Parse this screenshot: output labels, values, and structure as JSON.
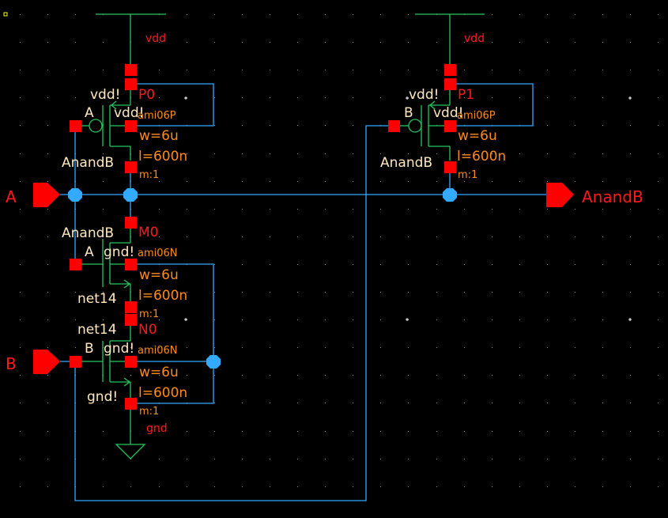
{
  "app": {
    "view": "schematic-editor-canvas",
    "background": "#000000"
  },
  "colors": {
    "wire": "#33aaff",
    "symbol": "#22c55e",
    "pin_terminal": "#ff0000",
    "instance_name": "#ff1a1a",
    "instance_params": "#ff8c1a",
    "net_label": "#ffe8c0",
    "grid_dot": "#8888aa",
    "origin_marker": "#ffff00"
  },
  "supplies": {
    "vdd_left": "vdd",
    "vdd_right": "vdd",
    "gnd": "gnd"
  },
  "pins": [
    {
      "name": "A",
      "direction": "input"
    },
    {
      "name": "B",
      "direction": "input"
    },
    {
      "name": "AnandB",
      "direction": "output"
    }
  ],
  "instances": [
    {
      "name": "P0",
      "model": "ami06P",
      "w": "w=6u",
      "l": "l=600n",
      "m": "m:1",
      "labels": {
        "bulk": "vdd!",
        "gate": "A",
        "bulk_term": "vdd!",
        "drain": "AnandB"
      }
    },
    {
      "name": "P1",
      "model": "ami06P",
      "w": "w=6u",
      "l": "l=600n",
      "m": "m:1",
      "labels": {
        "bulk": "vdd!",
        "gate": "B",
        "bulk_term": "vdd!",
        "drain": "AnandB"
      }
    },
    {
      "name": "M0",
      "model": "ami06N",
      "w": "w=6u",
      "l": "l=600n",
      "m": "m:1",
      "labels": {
        "drain": "AnandB",
        "gate": "A",
        "bulk": "gnd!",
        "source": "net14"
      }
    },
    {
      "name": "N0",
      "model": "ami06N",
      "w": "w=6u",
      "l": "l=600n",
      "m": "m:1",
      "labels": {
        "drain": "net14",
        "gate": "B",
        "bulk": "gnd!",
        "source": "gnd!"
      }
    }
  ]
}
